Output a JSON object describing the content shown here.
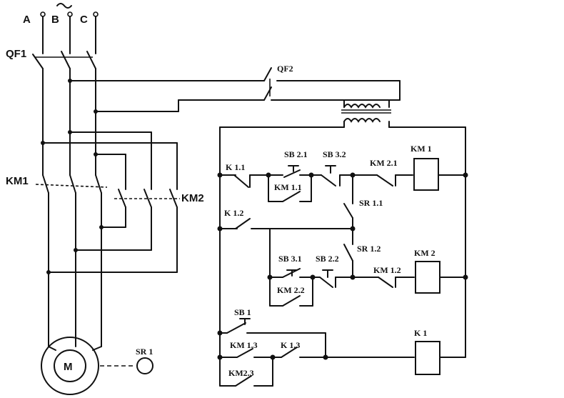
{
  "phases": {
    "a": "A",
    "b": "B",
    "c": "C",
    "tilde": "~"
  },
  "power": {
    "qf1": "QF1",
    "km1": "KM1",
    "km2": "KM2",
    "motor": "M",
    "sr1": "SR 1"
  },
  "control": {
    "qf2": "QF2",
    "k11": "K 1.1",
    "k12": "K 1.2",
    "k13": "K 1.3",
    "k1": "K 1",
    "sb21": "SB 2.1",
    "sb32": "SB 3.2",
    "sb31": "SB 3.1",
    "sb22": "SB 2.2",
    "sb1": "SB 1",
    "km1_coil": "KM 1",
    "km2_coil": "KM 2",
    "km11": "KM 1.1",
    "km21": "KM 2.1",
    "km22": "KM 2.2",
    "km12": "KM 1.2",
    "km13": "KM 1.3",
    "km23": "KM2.3",
    "sr11": "SR 1.1",
    "sr12": "SR 1.2"
  }
}
